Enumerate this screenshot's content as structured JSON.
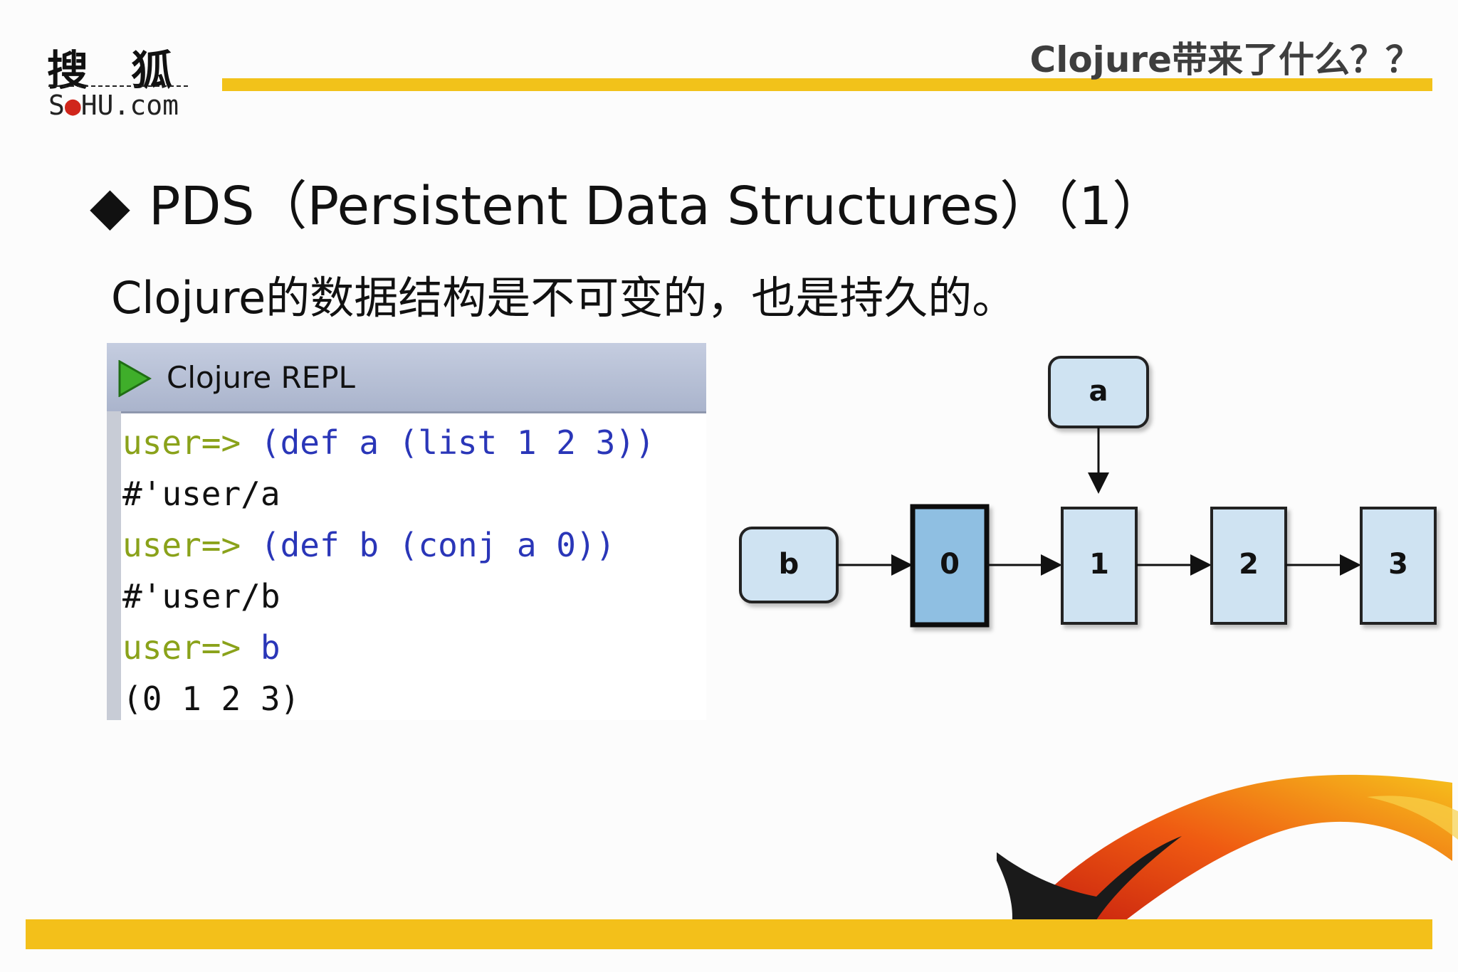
{
  "logo": {
    "chinese": "搜狐",
    "domain_prefix": "S",
    "domain_middle": "HU",
    "domain_suffix": ".com"
  },
  "header": {
    "title": "Clojure带来了什么？？"
  },
  "slide": {
    "bullet": "◆",
    "title": "PDS（Persistent Data Structures）（1）",
    "subtitle": "Clojure的数据结构是不可变的，也是持久的。"
  },
  "repl": {
    "window_title": "Clojure REPL",
    "lines": [
      {
        "prompt": "user=> ",
        "code": "(def a (list 1 2 3))"
      },
      {
        "output": "#'user/a"
      },
      {
        "prompt": "user=> ",
        "code": "(def b (conj a 0))"
      },
      {
        "output": "#'user/b"
      },
      {
        "prompt": "user=> ",
        "code": "b"
      },
      {
        "output": "(0 1 2 3)"
      }
    ]
  },
  "diagram": {
    "labels": {
      "a": "a",
      "b": "b"
    },
    "nodes": [
      "0",
      "1",
      "2",
      "3"
    ]
  },
  "colors": {
    "accent_yellow": "#f2c21a",
    "node_fill": "#cfe3f2",
    "node_highlight": "#8fbfe2",
    "prompt_green": "#8aa21a",
    "code_blue": "#2a36b8"
  }
}
